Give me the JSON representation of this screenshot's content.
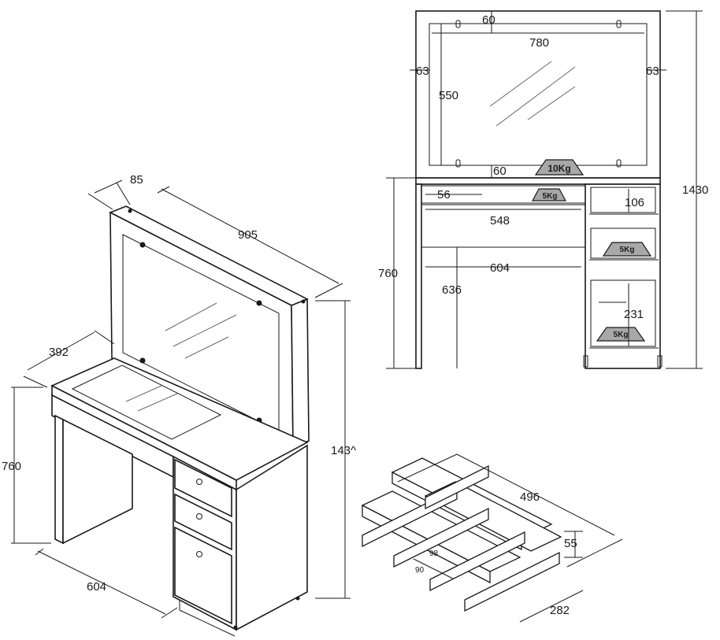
{
  "front_view": {
    "total_height": "1430",
    "mirror_top_margin": "60",
    "mirror_width": "780",
    "mirror_side_left": "63",
    "mirror_side_right": "63",
    "mirror_height": "550",
    "mirror_bottom_margin": "60",
    "shelf_load": "10Kg",
    "drawer_load": "5Kg",
    "top_drawer_height": "56",
    "top_drawer_width": "548",
    "side_drawer_height": "106",
    "side_drawer_load": "5Kg",
    "leg_clearance_width": "604",
    "desk_height": "760",
    "knee_height": "636",
    "bottom_drawer_height": "231",
    "bottom_drawer_load": "5Kg"
  },
  "iso_view": {
    "mirror_depth": "85",
    "total_width": "905",
    "desk_depth": "392",
    "desk_height": "760",
    "total_height": "143^",
    "knee_width": "604"
  },
  "divider_insert": {
    "length": "496",
    "height": "55",
    "width": "282",
    "cell_a": "98",
    "cell_b": "90"
  }
}
